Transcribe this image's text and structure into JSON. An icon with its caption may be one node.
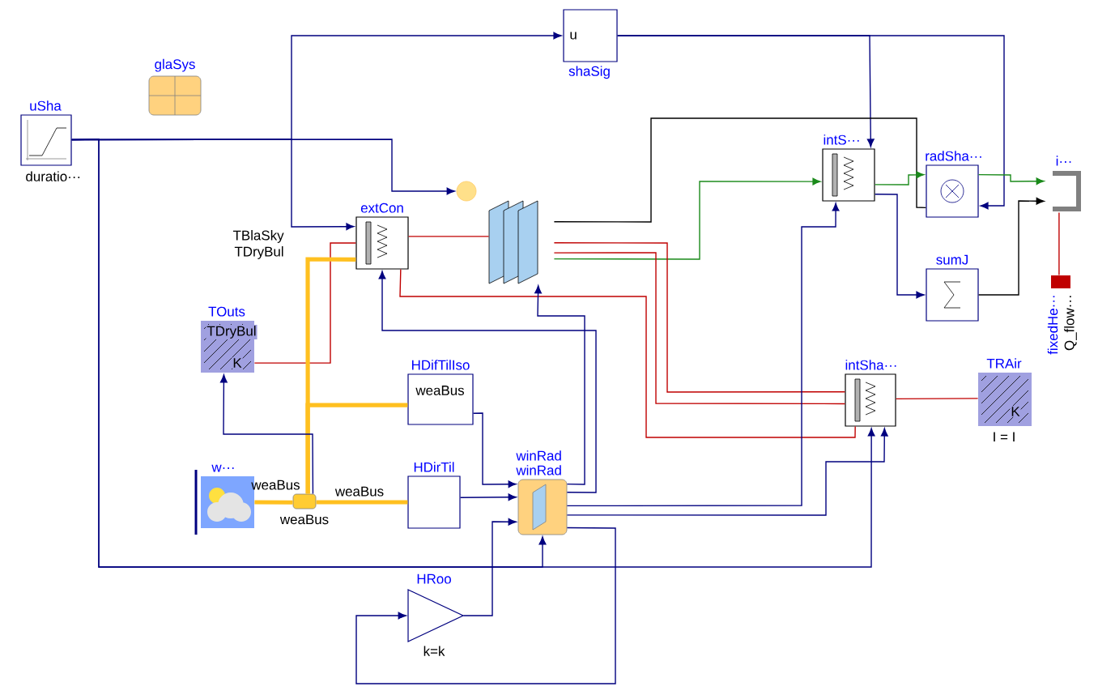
{
  "diagram": {
    "nodes": [
      {
        "text": [
          "uSha",
          "duratio···"
        ]
      },
      {
        "text": [
          "glaSys"
        ]
      },
      {
        "text": [
          "u",
          "shaSig"
        ]
      },
      {
        "text": [
          "extCon"
        ]
      },
      {
        "text": [],
        "shape": "circle"
      },
      {
        "text": [],
        "shape": "picture"
      },
      {
        "text": [
          "intS···"
        ]
      },
      {
        "text": [
          "radSha···"
        ]
      },
      {
        "text": [
          "i···"
        ]
      },
      {
        "text": [
          "sumJ"
        ]
      },
      {
        "text": [
          "fixedHe···",
          "Q_flow···"
        ]
      },
      {
        "text": [
          "TOuts",
          "TDryBul",
          "K"
        ]
      },
      {
        "text": [
          "HDifTilIso",
          "weaBus"
        ]
      },
      {
        "text": [
          "w···"
        ]
      },
      {
        "text": [
          "weaBus"
        ]
      },
      {
        "text": [
          "HDirTil"
        ]
      },
      {
        "text": [
          "winRad",
          "winRad"
        ]
      },
      {
        "text": [
          "intSha···"
        ]
      },
      {
        "text": [
          "TRAir",
          "K",
          "I = I"
        ]
      },
      {
        "text": [
          "HRoo",
          "k=k"
        ]
      }
    ],
    "edges": [
      {
        "from": 0,
        "to": 4,
        "arrow": "to"
      },
      {
        "from": 0,
        "to": 2,
        "arrow": "to"
      },
      {
        "from": 0,
        "to": 3,
        "arrow": "to"
      },
      {
        "from": 0,
        "to": 17,
        "arrow": "to"
      },
      {
        "from": 2,
        "to": 6,
        "arrow": "to"
      },
      {
        "from": 2,
        "to": 7,
        "arrow": "to"
      },
      {
        "from": 3,
        "to": 5,
        "arrow": "none",
        "color": "#c00000"
      },
      {
        "from": 5,
        "to": 6,
        "arrow": "to",
        "color": "#1a8a1a"
      },
      {
        "from": 5,
        "to": 7,
        "arrow": "none",
        "color": "#000000"
      },
      {
        "from": 5,
        "to": 17,
        "arrow": "none",
        "color": "#c00000"
      },
      {
        "from": 5,
        "to": 17,
        "arrow": "none",
        "color": "#c00000"
      },
      {
        "from": 3,
        "to": 17,
        "arrow": "none",
        "color": "#c00000"
      },
      {
        "from": 6,
        "to": 7,
        "arrow": "to",
        "color": "#1a8a1a"
      },
      {
        "from": 6,
        "to": 9,
        "arrow": "to"
      },
      {
        "from": 7,
        "to": 8,
        "arrow": "to",
        "color": "#1a8a1a"
      },
      {
        "from": 9,
        "to": 8,
        "arrow": "to",
        "color": "#000000"
      },
      {
        "from": 10,
        "to": 8,
        "arrow": "none",
        "color": "#c00000"
      },
      {
        "from": 17,
        "to": 18,
        "arrow": "none",
        "color": "#c00000"
      },
      {
        "from": 11,
        "to": 3,
        "arrow": "none",
        "color": "#c00000"
      },
      {
        "from": 14,
        "to": 3,
        "arrow": "none",
        "style": "thick",
        "color": "#ffc020"
      },
      {
        "from": 14,
        "to": 12,
        "arrow": "none",
        "style": "thick",
        "color": "#ffc020"
      },
      {
        "from": 14,
        "to": 15,
        "arrow": "none",
        "style": "thick",
        "color": "#ffc020"
      },
      {
        "from": 13,
        "to": 14,
        "arrow": "none",
        "style": "thick",
        "color": "#ffc020"
      },
      {
        "from": 14,
        "to": 11,
        "arrow": "to"
      },
      {
        "from": 12,
        "to": 16,
        "arrow": "to"
      },
      {
        "from": 15,
        "to": 16,
        "arrow": "to"
      },
      {
        "from": 19,
        "to": 16,
        "arrow": "to"
      },
      {
        "from": 16,
        "to": 19,
        "arrow": "to"
      },
      {
        "from": 16,
        "to": 6,
        "arrow": "to"
      },
      {
        "from": 16,
        "to": 5,
        "arrow": "to"
      },
      {
        "from": 16,
        "to": 3,
        "arrow": "to"
      },
      {
        "from": 16,
        "to": 17,
        "arrow": "to"
      },
      {
        "from": 0,
        "to": 16,
        "arrow": "to"
      }
    ],
    "labels": [
      "TBlaSky",
      "TDryBul",
      "weaBus",
      "weaBus"
    ]
  }
}
